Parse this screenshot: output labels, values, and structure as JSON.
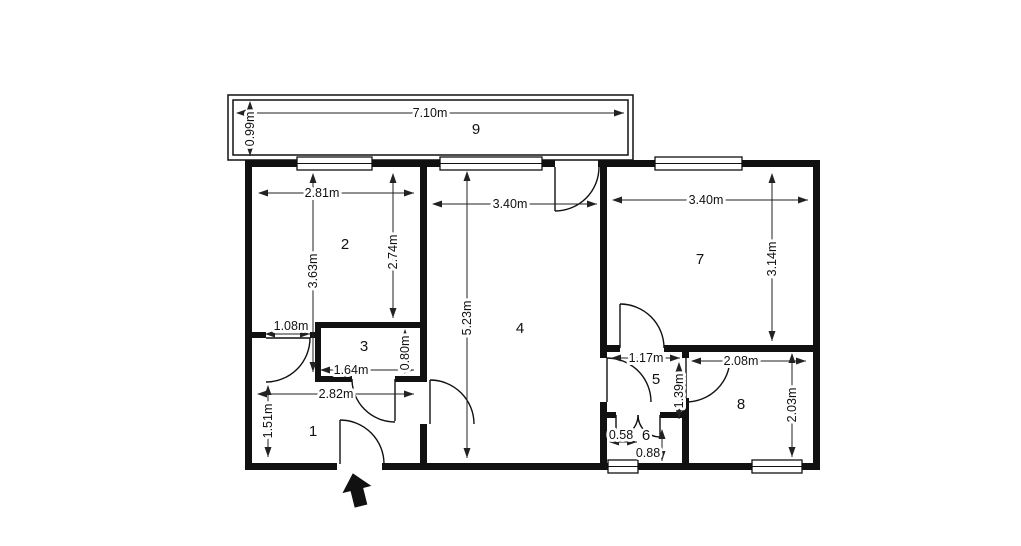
{
  "plan": {
    "type": "apartment-floor-plan",
    "colors": {
      "wall": "#111111",
      "background": "#ffffff",
      "dimension_line": "#222222"
    },
    "rooms": {
      "r1": "1",
      "r2": "2",
      "r3": "3",
      "r4": "4",
      "r5": "5",
      "r6": "6",
      "r7": "7",
      "r8": "8",
      "r9": "9"
    },
    "dims": {
      "d710": "7.10m",
      "d099": "0.99m",
      "d281": "2.81m",
      "d340a": "3.40m",
      "d340b": "3.40m",
      "d363": "3.63m",
      "d274": "2.74m",
      "d523": "5.23m",
      "d314": "3.14m",
      "d108": "1.08m",
      "d164": "1.64m",
      "d080": "0.80m",
      "d282": "2.82m",
      "d151": "1.51m",
      "d117": "1.17m",
      "d208": "2.08m",
      "d139": "1.39m",
      "d203": "2.03m",
      "d058": "0.58",
      "d088": "0.88"
    }
  }
}
